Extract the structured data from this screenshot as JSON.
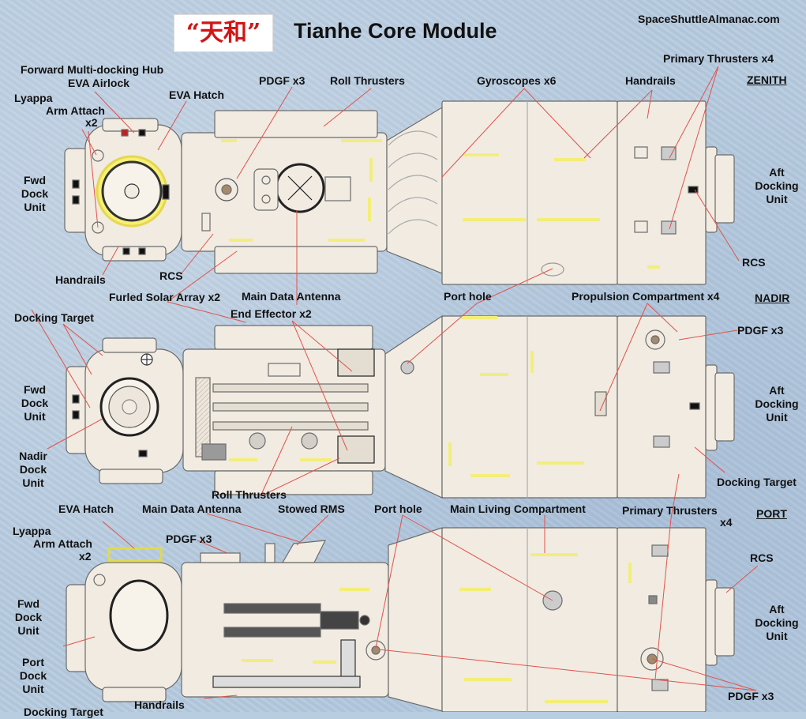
{
  "header": {
    "chinese_title": "“天和”",
    "title": "Tianhe Core Module",
    "source": "SpaceShuttleAlmanac.com"
  },
  "views": {
    "zenith": "ZENITH",
    "nadir": "NADIR",
    "port": "PORT"
  },
  "labels": {
    "forward_hub": "Forward Multi-docking Hub",
    "eva_airlock": "EVA Airlock",
    "lyappa_1": "Lyappa",
    "arm_attach_1": "Arm Attach",
    "x2_1": "x2",
    "eva_hatch_1": "EVA Hatch",
    "pdgf_1": "PDGF x3",
    "roll_thrusters_1": "Roll Thrusters",
    "gyroscopes": "Gyroscopes x6",
    "handrails_1": "Handrails",
    "primary_thrusters_1": "Primary Thrusters x4",
    "fwd_dock_1": "Fwd",
    "dock_1": "Dock",
    "unit_1": "Unit",
    "aft_dock_1": "Aft",
    "docking_1": "Docking",
    "unit_2": "Unit",
    "rcs_1": "RCS",
    "handrails_2": "Handrails",
    "rcs_2": "RCS",
    "furled_solar": "Furled Solar Array x2",
    "main_data_antenna_1": "Main Data Antenna",
    "end_effector": "End Effector x2",
    "port_hole_1": "Port hole",
    "propulsion": "Propulsion Compartment x4",
    "docking_target_1": "Docking Target",
    "pdgf_2": "PDGF x3",
    "fwd_dock_2": "Fwd",
    "dock_2": "Dock",
    "unit_3": "Unit",
    "aft_dock_2": "Aft",
    "docking_2": "Docking",
    "unit_4": "Unit",
    "nadir_1": "Nadir",
    "dock_3": "Dock",
    "unit_5": "Unit",
    "docking_target_2": "Docking Target",
    "roll_thrusters_2": "Roll Thrusters",
    "eva_hatch_2": "EVA Hatch",
    "main_data_antenna_2": "Main Data Antenna",
    "stowed_rms": "Stowed RMS",
    "port_hole_2": "Port hole",
    "main_living": "Main Living Compartment",
    "primary_thrusters_2": "Primary Thrusters",
    "x4_2": "x4",
    "lyappa_2": "Lyappa",
    "arm_attach_2": "Arm Attach",
    "x2_2": "x2",
    "pdgf_3": "PDGF x3",
    "rcs_3": "RCS",
    "fwd_dock_3": "Fwd",
    "dock_4": "Dock",
    "unit_6": "Unit",
    "aft_dock_3": "Aft",
    "docking_3": "Docking",
    "unit_7": "Unit",
    "port_dock_1": "Port",
    "dock_5": "Dock",
    "unit_8": "Unit",
    "handrails_3": "Handrails",
    "pdgf_4": "PDGF x3",
    "docking_target_3": "Docking Target"
  },
  "colors": {
    "background": "#b7cbe0",
    "module_body": "#f1ebe2",
    "title_red": "#d21515",
    "leader_line": "#e0534a",
    "handrail_yellow": "#f3ee7a"
  }
}
